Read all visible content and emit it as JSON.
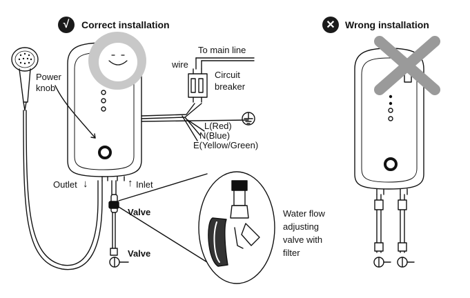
{
  "headings": {
    "correct_symbol": "√",
    "correct": "Correct installation",
    "wrong_symbol": "✕",
    "wrong": "Wrong installation"
  },
  "labels": {
    "to_main_line": "To main line",
    "wire": "wire",
    "circuit": "Circuit",
    "breaker": "breaker",
    "power": "Power",
    "knob": "knob",
    "l_red": "L(Red)",
    "n_blue": "N(Blue)",
    "e_yellow_green": "E(Yellow/Green)",
    "outlet": "Outlet",
    "inlet": "Inlet",
    "valve_1": "Valve",
    "valve_2": "Valve",
    "water_flow_1": "Water flow",
    "water_flow_2": "adjusting",
    "water_flow_3": "valve with",
    "water_flow_4": "filter"
  },
  "icons": {
    "down_arrow": "↓",
    "up_arrow": "↑",
    "ground": "ground-symbol"
  },
  "colors": {
    "ink": "#111111",
    "cross": "#9a9a9a",
    "smiley_fill": "#c8c8c8"
  }
}
